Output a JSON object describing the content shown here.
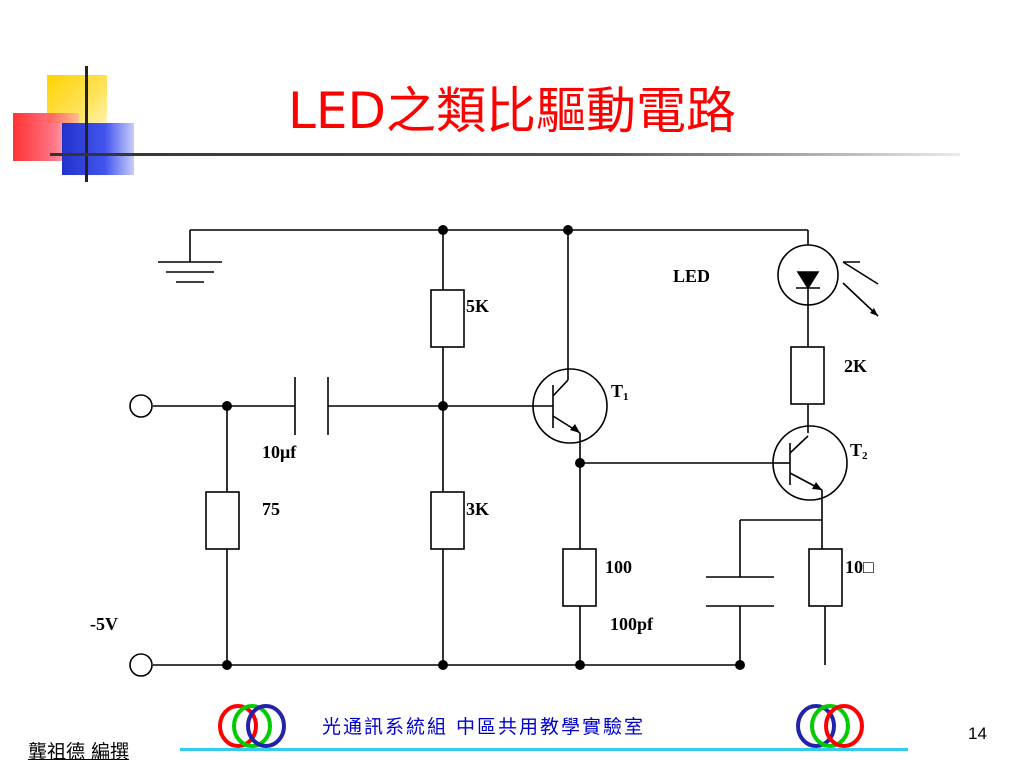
{
  "slide": {
    "title": "LED之類比驅動電路",
    "page_number": "14",
    "footer_author": "龔祖德  編撰",
    "footer_lab": "光通訊系統組   中區共用教學實驗室"
  },
  "circuit": {
    "labels": {
      "led": "LED",
      "r_5k": "5K",
      "r_2k": "2K",
      "t1": "T",
      "t1_sub": "1",
      "t2": "T",
      "t2_sub": "2",
      "cap_10uf": "10μf",
      "r_75": "75",
      "r_3k": "3K",
      "r_100": "100",
      "r_10": "10□",
      "supply": "-5V",
      "cap_100pf": "100pf"
    }
  },
  "colors": {
    "title": "#ff0000",
    "footer_lab": "#0000cc",
    "footer_line": "#33ccee",
    "ring_red": "#ff0000",
    "ring_green": "#00cc00",
    "ring_blue": "#2222aa"
  }
}
